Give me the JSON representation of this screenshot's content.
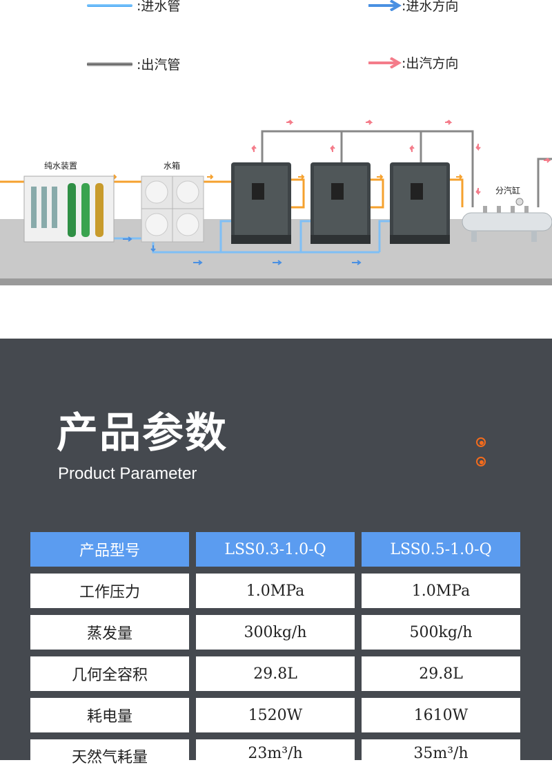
{
  "legend": {
    "water_pipe": ":进水管",
    "water_dir": ":进水方向",
    "steam_pipe": ":出汽管",
    "steam_dir": ":出汽方向",
    "water_color": "#4a90e2",
    "steam_color": "#f47c8a"
  },
  "diagram": {
    "label_pure": "纯水装置",
    "label_tank": "水箱",
    "label_header": "分汽缸",
    "pipe_orange": "#f5a12e",
    "pipe_blue": "#7fbff5"
  },
  "section": {
    "title_cn": "产品参数",
    "title_en": "Product  Parameter",
    "accent": "#f26b1d",
    "background": "#45494f"
  },
  "table": {
    "header": [
      "产品型号",
      "LSS0.3-1.0-Q",
      "LSS0.5-1.0-Q"
    ],
    "rows": [
      [
        "工作压力",
        "1.0MPa",
        "1.0MPa"
      ],
      [
        "蒸发量",
        "300kg/h",
        "500kg/h"
      ],
      [
        "几何全容积",
        "29.8L",
        "29.8L"
      ],
      [
        "耗电量",
        "1520W",
        "1610W"
      ],
      [
        "天然气耗量",
        "23m³/h",
        "35m³/h"
      ]
    ],
    "header_color": "#5b9cf0"
  }
}
